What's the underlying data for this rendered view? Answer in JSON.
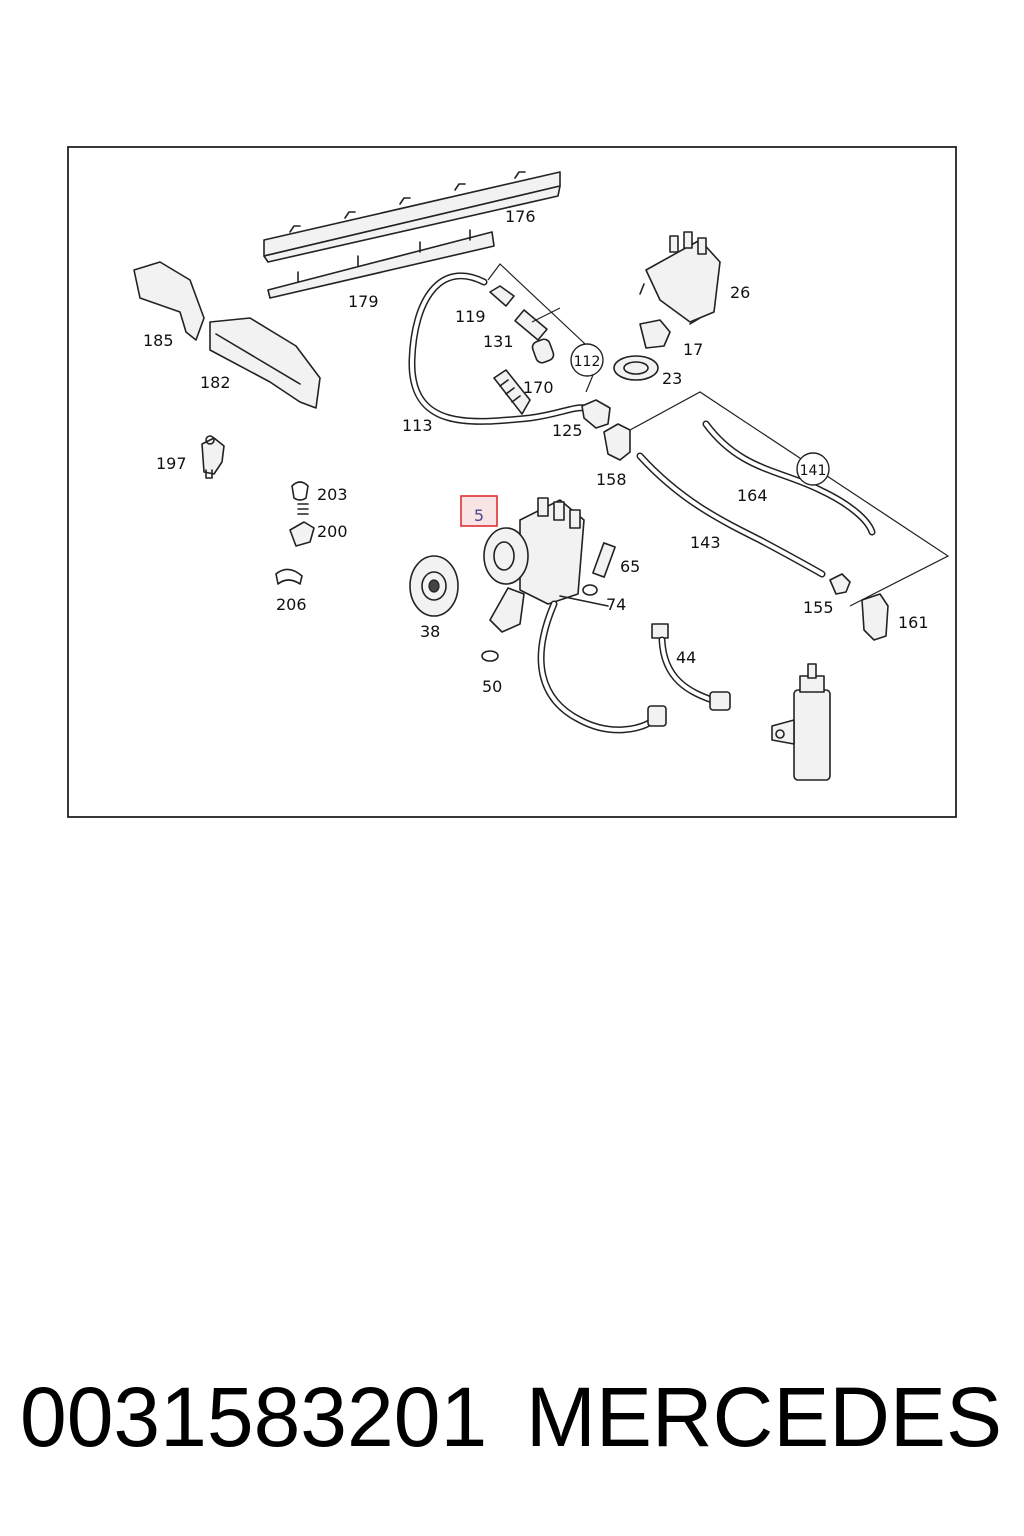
{
  "diagram": {
    "highlight_color": "#e03030",
    "labels": {
      "l176": "176",
      "l179": "179",
      "l185": "185",
      "l182": "182",
      "l119": "119",
      "l131": "131",
      "l112": "112",
      "l170": "170",
      "l113": "113",
      "l125": "125",
      "l26": "26",
      "l17": "17",
      "l23": "23",
      "l158": "158",
      "l141": "141",
      "l164": "164",
      "l197": "197",
      "l203": "203",
      "l200": "200",
      "l206": "206",
      "l5": "5",
      "l65": "65",
      "l74": "74",
      "l143": "143",
      "l155": "155",
      "l161": "161",
      "l38": "38",
      "l50": "50",
      "l44": "44"
    }
  },
  "footer": {
    "part_number": "0031583201",
    "brand": "MERCEDES"
  }
}
